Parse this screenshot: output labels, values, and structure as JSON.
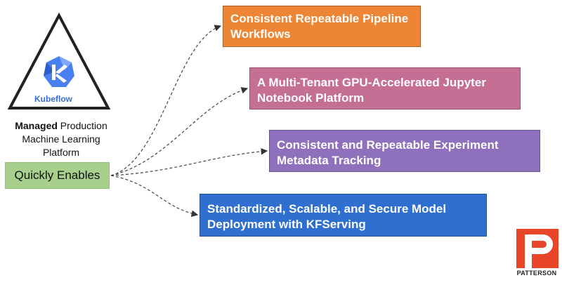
{
  "logo": {
    "name": "Kubeflow"
  },
  "caption": {
    "bold": "Managed",
    "rest_line1": " Production",
    "line2": "Machine Learning",
    "line3": "Platform"
  },
  "enables_label": "Quickly Enables",
  "boxes": [
    {
      "line1": "Consistent Repeatable Pipeline",
      "line2": "Workflows",
      "color": "#ed8535"
    },
    {
      "line1": "A Multi-Tenant GPU-Accelerated Jupyter",
      "line2": "Notebook Platform",
      "color": "#c46f93"
    },
    {
      "line1": "Consistent and Repeatable Experiment",
      "line2": "Metadata Tracking",
      "color": "#8e70bc"
    },
    {
      "line1": "Standardized, Scalable, and Secure Model",
      "line2": "Deployment with KFServing",
      "color": "#2f6fd0"
    }
  ],
  "brand": {
    "name": "PATTERSON",
    "accent": "#e8442a"
  }
}
